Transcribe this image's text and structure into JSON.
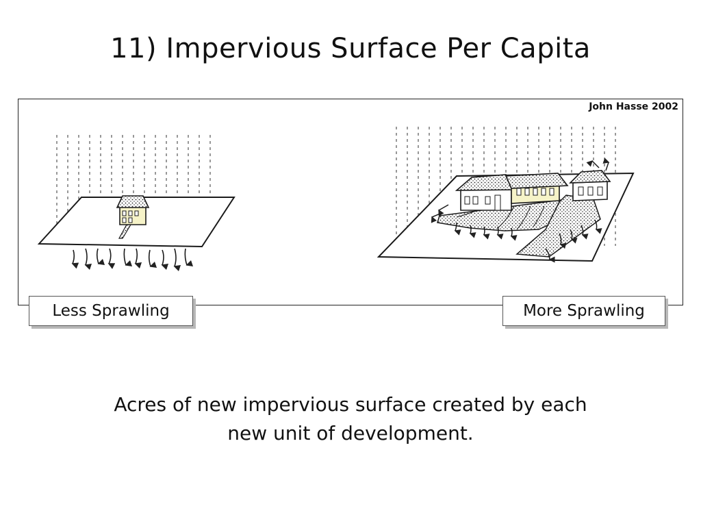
{
  "title": "11) Impervious Surface Per Capita",
  "figure": {
    "credit": "John Hasse 2002",
    "left_label": "Less Sprawling",
    "right_label": "More Sprawling"
  },
  "caption": {
    "line1": "Acres of new impervious surface created by each",
    "line2": "new unit of development."
  },
  "colors": {
    "house_fill": "#f6f3c8",
    "ink": "#1a1a1a"
  }
}
